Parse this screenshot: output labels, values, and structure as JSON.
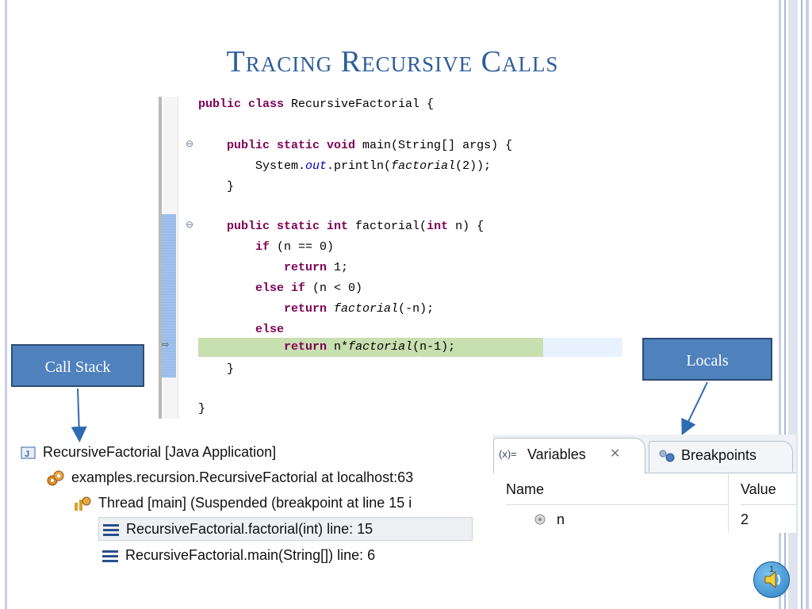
{
  "slide": {
    "title": "Tracing Recursive Calls",
    "page_number": "1"
  },
  "code": {
    "lines": [
      {
        "parts": [
          {
            "t": "public class ",
            "c": "kw"
          },
          {
            "t": "RecursiveFactorial {",
            "c": ""
          }
        ]
      },
      {
        "parts": [
          {
            "t": "    ",
            "c": ""
          },
          {
            "t": "public static void ",
            "c": "kw"
          },
          {
            "t": "main(String[] args) {",
            "c": ""
          }
        ]
      },
      {
        "parts": [
          {
            "t": "        System.",
            "c": ""
          },
          {
            "t": "out",
            "c": "st"
          },
          {
            "t": ".println(",
            "c": ""
          },
          {
            "t": "factorial",
            "c": "it"
          },
          {
            "t": "(2));",
            "c": ""
          }
        ]
      },
      {
        "parts": [
          {
            "t": "    }",
            "c": ""
          }
        ]
      },
      {
        "parts": [
          {
            "t": "    ",
            "c": ""
          },
          {
            "t": "public static int ",
            "c": "kw"
          },
          {
            "t": "factorial(",
            "c": ""
          },
          {
            "t": "int ",
            "c": "kw"
          },
          {
            "t": "n) {",
            "c": ""
          }
        ]
      },
      {
        "parts": [
          {
            "t": "        ",
            "c": ""
          },
          {
            "t": "if ",
            "c": "kw"
          },
          {
            "t": "(n == 0)",
            "c": ""
          }
        ]
      },
      {
        "parts": [
          {
            "t": "            ",
            "c": ""
          },
          {
            "t": "return ",
            "c": "kw"
          },
          {
            "t": "1;",
            "c": ""
          }
        ]
      },
      {
        "parts": [
          {
            "t": "        ",
            "c": ""
          },
          {
            "t": "else if ",
            "c": "kw"
          },
          {
            "t": "(n < 0)",
            "c": ""
          }
        ]
      },
      {
        "parts": [
          {
            "t": "            ",
            "c": ""
          },
          {
            "t": "return ",
            "c": "kw"
          },
          {
            "t": "factorial",
            "c": "it"
          },
          {
            "t": "(-n);",
            "c": ""
          }
        ]
      },
      {
        "parts": [
          {
            "t": "        ",
            "c": ""
          },
          {
            "t": "else",
            "c": "kw"
          }
        ]
      },
      {
        "parts": [
          {
            "t": "            ",
            "c": ""
          },
          {
            "t": "return ",
            "c": "kw"
          },
          {
            "t": "n*",
            "c": ""
          },
          {
            "t": "factorial",
            "c": "it"
          },
          {
            "t": "(n-1);",
            "c": ""
          }
        ]
      },
      {
        "parts": [
          {
            "t": "    }",
            "c": ""
          }
        ]
      },
      {
        "parts": [
          {
            "t": "}",
            "c": ""
          }
        ]
      }
    ]
  },
  "callouts": {
    "call_stack": "Call Stack",
    "locals": "Locals"
  },
  "debug_stack": {
    "items": [
      "RecursiveFactorial [Java Application]",
      "examples.recursion.RecursiveFactorial at localhost:63",
      "Thread [main] (Suspended (breakpoint at line 15 i",
      "RecursiveFactorial.factorial(int) line: 15",
      "RecursiveFactorial.main(String[]) line: 6"
    ]
  },
  "variables_view": {
    "tab_variables": "Variables",
    "tab_variables_prefix": "(x)=",
    "tab_breakpoints": "Breakpoints",
    "close_glyph": "✕",
    "col_name": "Name",
    "col_value": "Value",
    "rows": [
      {
        "name": "n",
        "value": "2"
      }
    ]
  },
  "colors": {
    "title": "#2e5d9a",
    "callout_fill": "#4f81bd",
    "current_line_highlight": "#c8dfb0",
    "keyword": "#7f0055"
  },
  "icons": [
    "java-app-icon",
    "debug-target-icon",
    "thread-icon",
    "stack-frame-icon",
    "variable-icon",
    "breakpoint-icon",
    "speaker-icon"
  ]
}
